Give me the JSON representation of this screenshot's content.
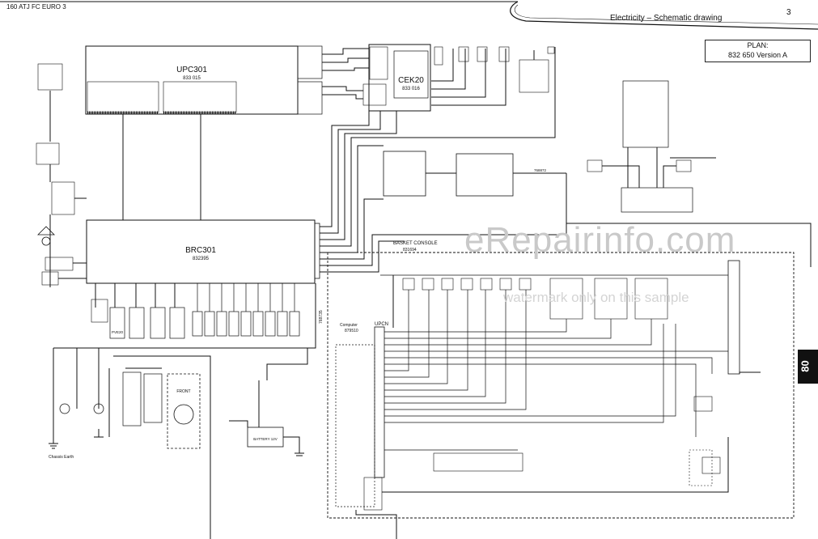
{
  "header": {
    "model": "160 ATJ FC EURO 3",
    "section": "Electricity – Schematic drawing",
    "page_number": "3"
  },
  "plan": {
    "label": "PLAN:",
    "value": "832 650 Version A"
  },
  "side_tab": "80",
  "watermark": {
    "brand": "eRepairinfo.com",
    "note": "watermark only on this sample"
  },
  "modules": {
    "upc301": {
      "name": "UPC301",
      "ref": "833 015"
    },
    "cek20": {
      "name": "CEK20",
      "ref": "833 016"
    },
    "brc301": {
      "name": "BRC301",
      "ref": "832395"
    },
    "upcn": {
      "name": "UPCN",
      "ref": "879510"
    }
  },
  "labels": {
    "basket_console": "BASKET CONSOLE",
    "basket_console_ref": "831694",
    "battery": "BATTERY 12V",
    "chassis_earth": "Chassis Earth",
    "front": "FRONT",
    "computer": "Computer",
    "wire_768735": "768735",
    "wire_768872": "768872",
    "pwm_label": "PVE20"
  },
  "colors": {
    "line": "#111111",
    "box": "#ffffff",
    "watermark": "#c9c9c9"
  }
}
